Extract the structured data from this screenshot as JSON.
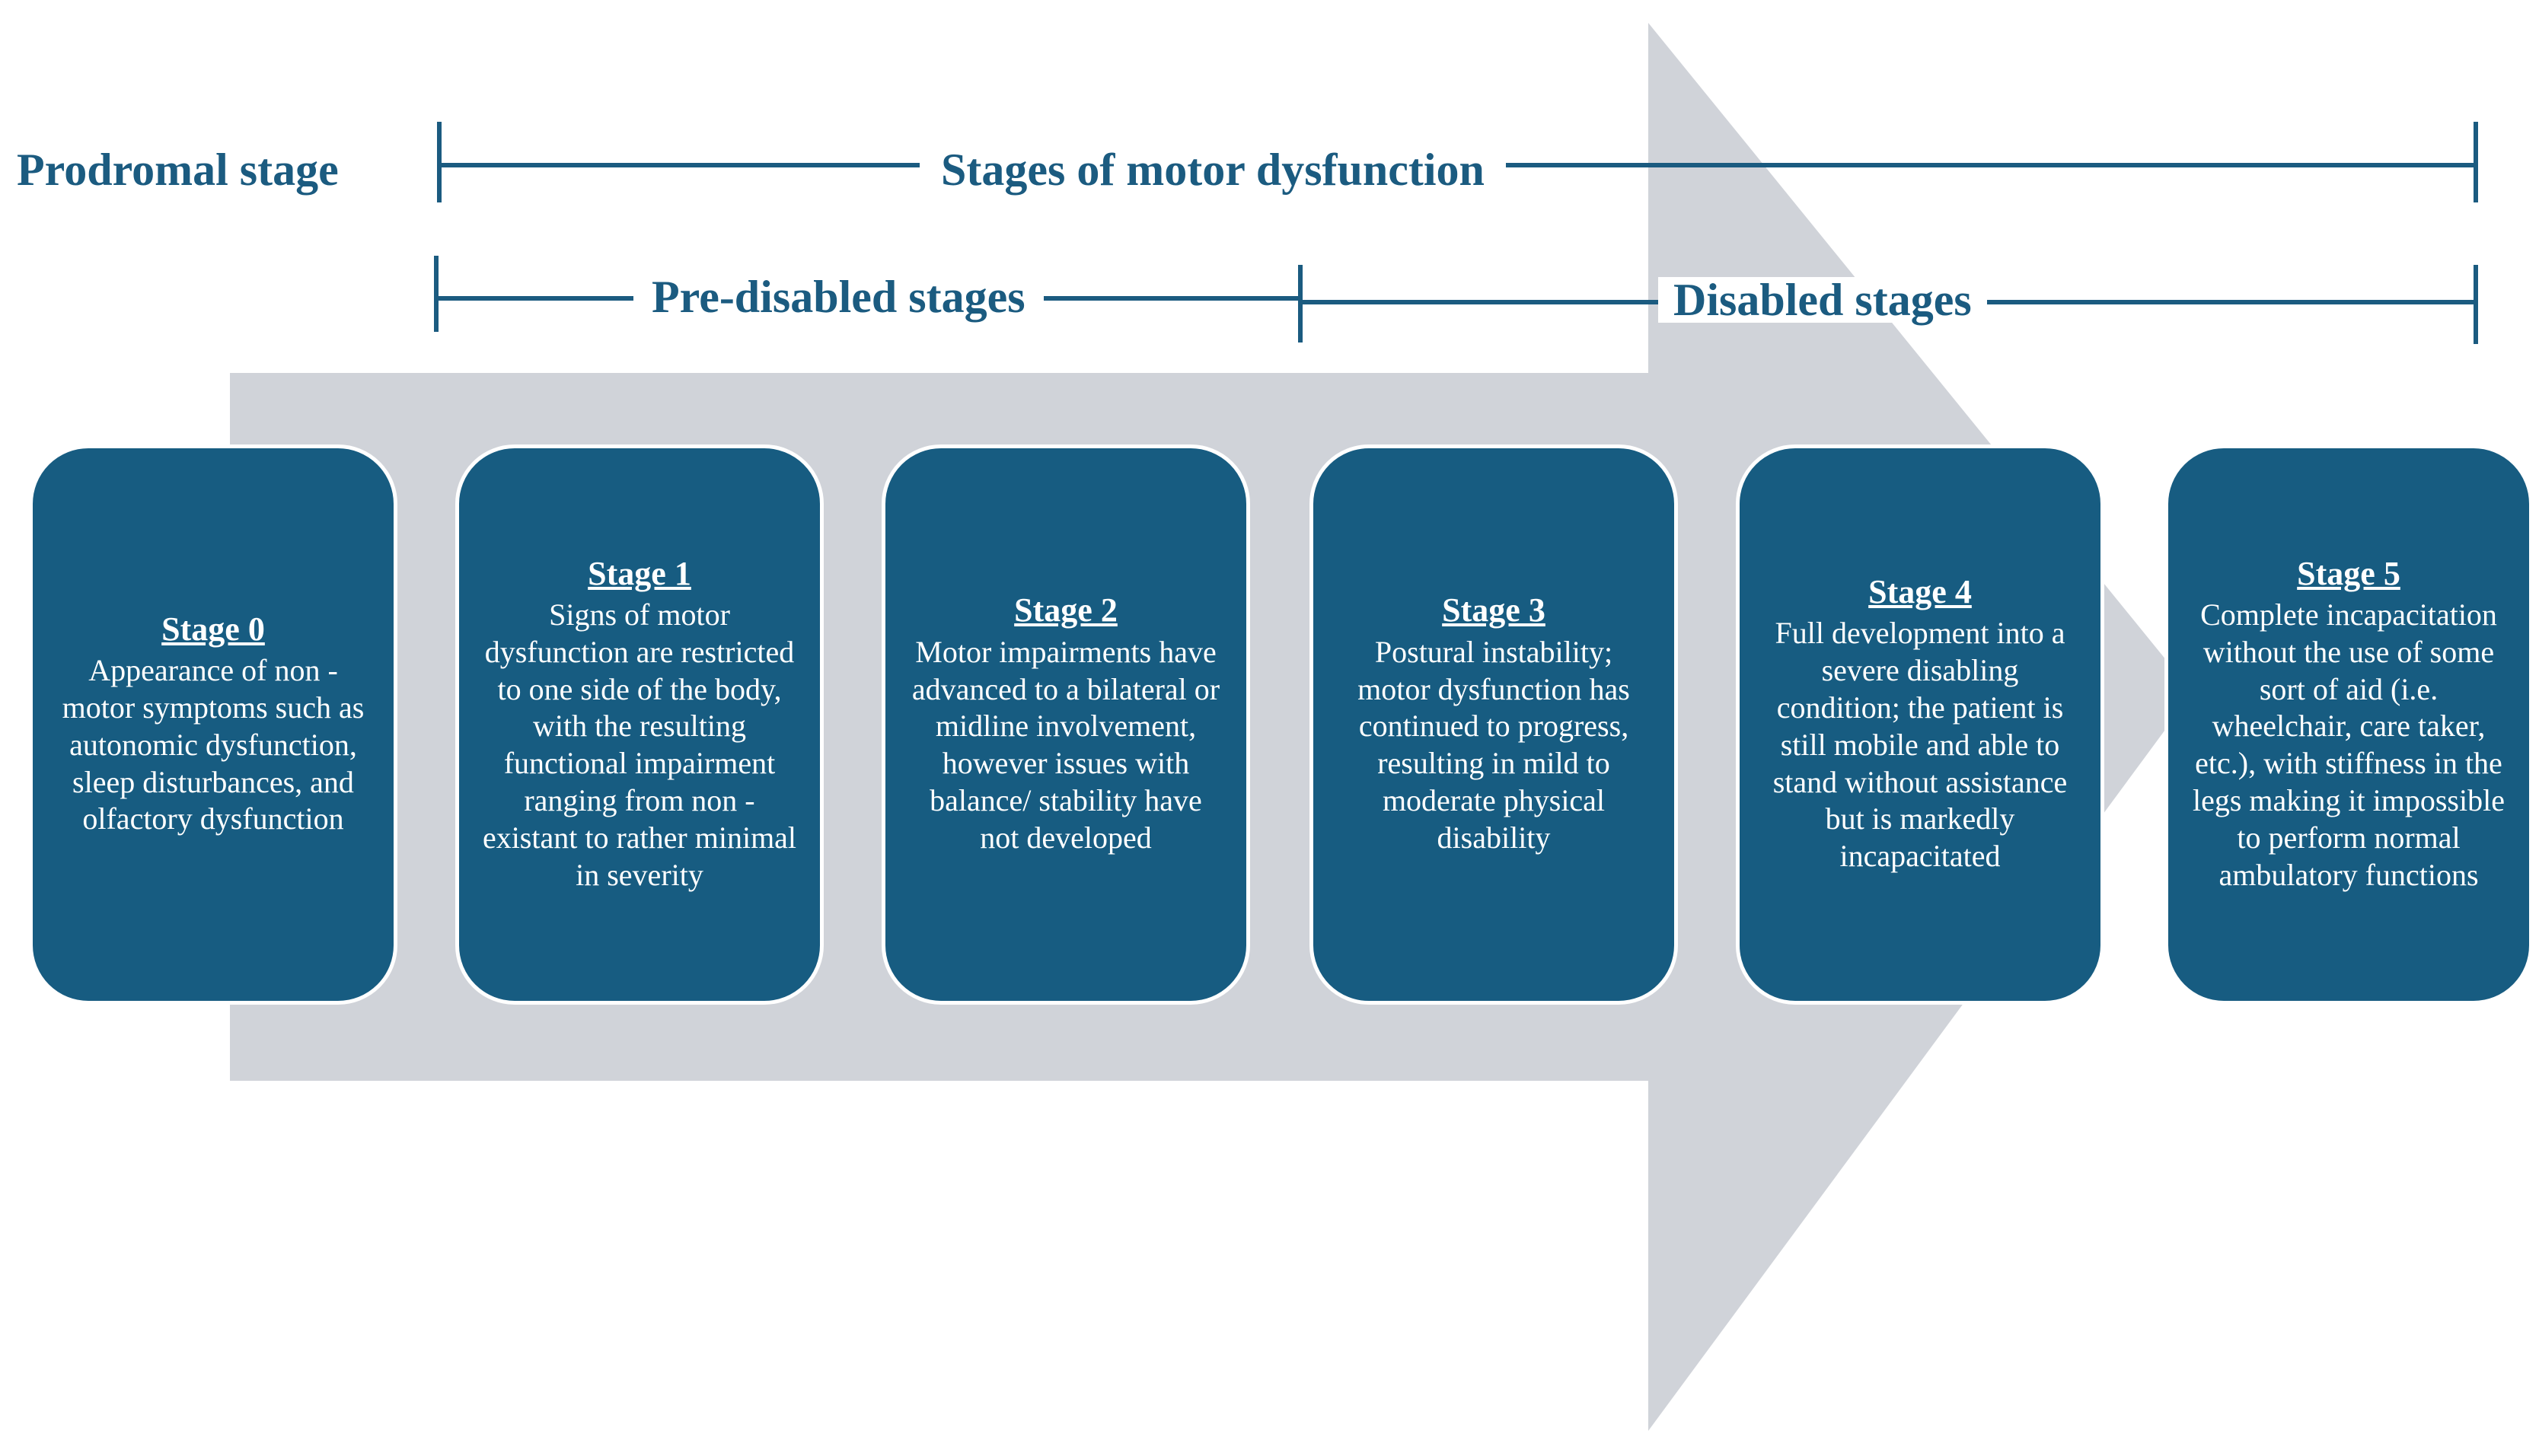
{
  "colors": {
    "accent": "#1b5b80",
    "card_fill": "#175c81",
    "arrow_fill": "#d0d3d9",
    "card_text": "#ffffff"
  },
  "headers": {
    "prodromal": "Prodromal stage",
    "motor_dysfunction": "Stages of motor dysfunction",
    "pre_disabled": "Pre-disabled stages",
    "disabled": "Disabled stages"
  },
  "stages": [
    {
      "title": "Stage 0",
      "description": "Appearance of non - motor symptoms such as autonomic dysfunction, sleep disturbances, and olfactory dysfunction"
    },
    {
      "title": "Stage 1",
      "description": "Signs of motor dysfunction are restricted to one side of the body, with the resulting functional impairment ranging from non - existant to rather minimal in severity"
    },
    {
      "title": "Stage 2",
      "description": "Motor impairments have advanced to a bilateral or midline involvement, however issues with balance/ stability have not developed"
    },
    {
      "title": "Stage 3",
      "description": "Postural instability; motor dysfunction has continued to progress, resulting in mild to moderate physical disability"
    },
    {
      "title": "Stage 4",
      "description": "Full development into a severe disabling condition; the patient is still mobile and able to stand without assistance but is markedly incapacitated"
    },
    {
      "title": "Stage 5",
      "description": "Complete incapacitation without the use of some sort of aid (i.e. wheelchair, care taker, etc.), with stiffness in the legs making it impossible to perform normal ambulatory functions"
    }
  ]
}
